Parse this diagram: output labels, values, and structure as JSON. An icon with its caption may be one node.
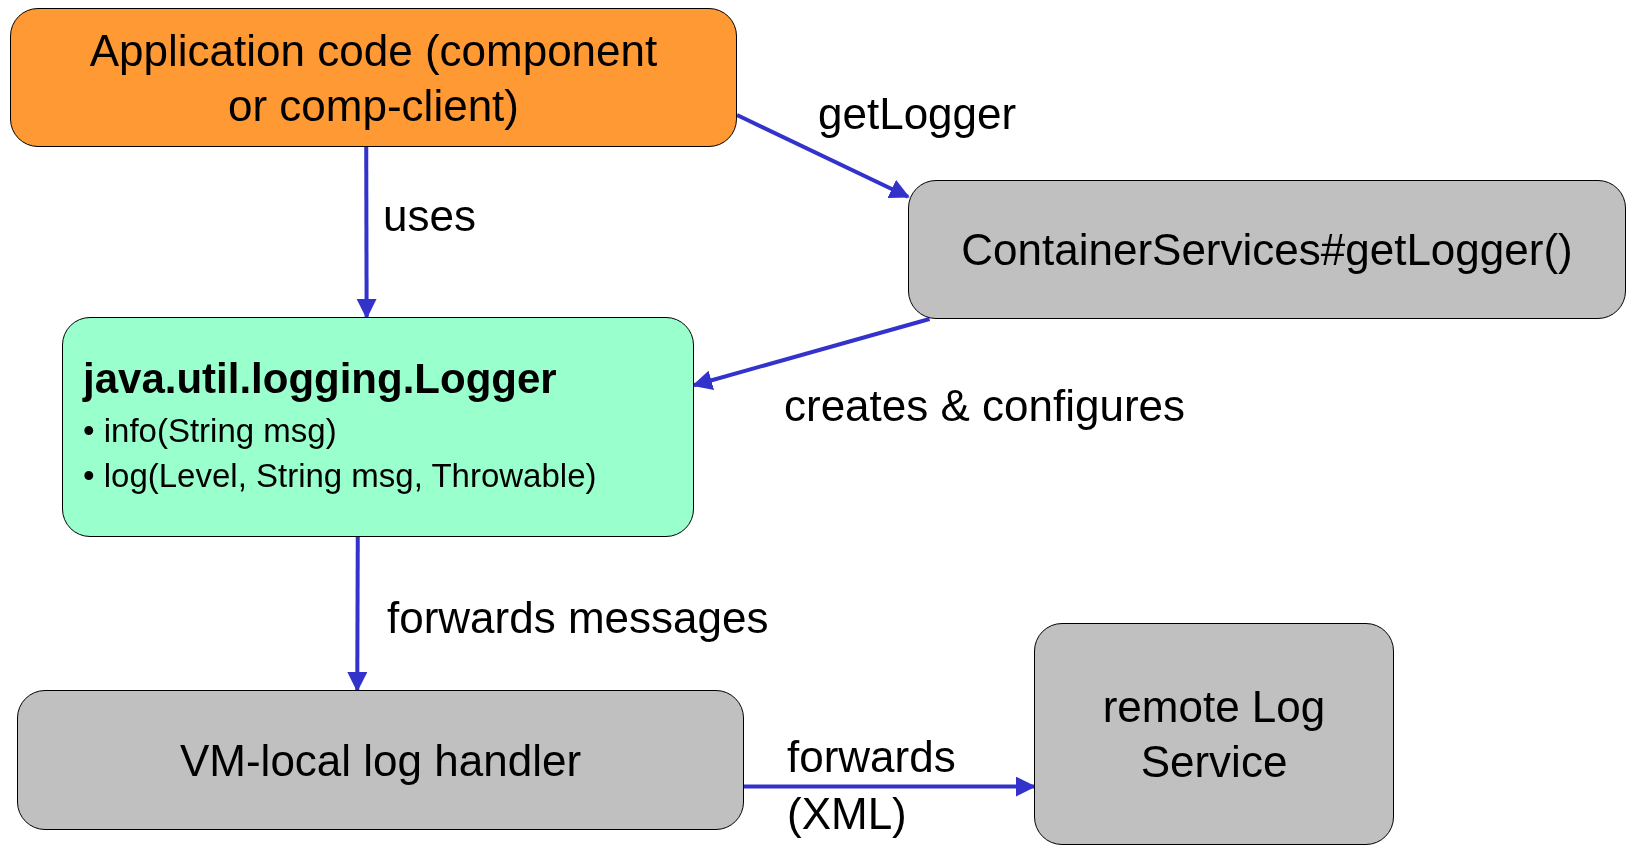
{
  "diagram": {
    "nodes": [
      {
        "text": [
          "Application code (component or comp-client)"
        ]
      },
      {
        "text": [
          "ContainerServices#getLogger()"
        ]
      },
      {
        "text": [
          "java.util.logging.Logger",
          "• info(String msg)",
          "• log(Level, String msg, Throwable)"
        ]
      },
      {
        "text": [
          "VM-local log handler"
        ]
      },
      {
        "text": [
          "remote Log Service"
        ]
      }
    ],
    "edges": [
      {
        "from": 0,
        "to": 2,
        "arrow": "to",
        "label": "uses"
      },
      {
        "from": 0,
        "to": 1,
        "arrow": "to",
        "label": "getLogger"
      },
      {
        "from": 1,
        "to": 2,
        "arrow": "to",
        "label": "creates & configures"
      },
      {
        "from": 2,
        "to": 3,
        "arrow": "to",
        "label": "forwards messages"
      },
      {
        "from": 3,
        "to": 4,
        "arrow": "to",
        "label": "forwards (XML)"
      }
    ]
  }
}
